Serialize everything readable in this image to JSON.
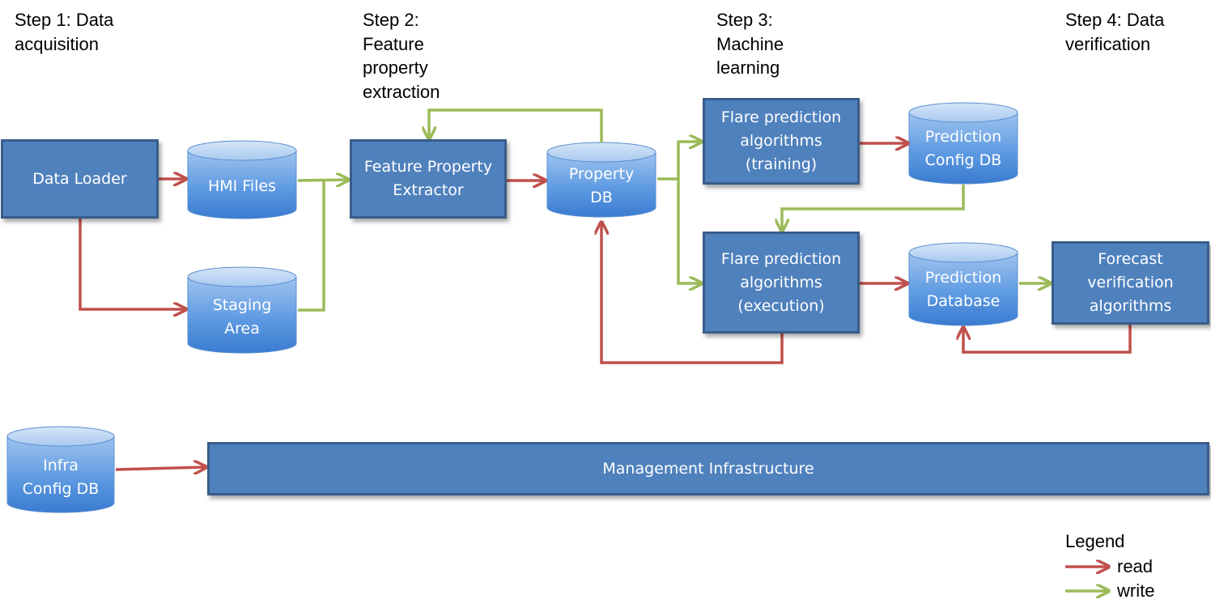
{
  "steps": {
    "step1": [
      "Step 1: Data",
      "acquisition"
    ],
    "step2": [
      "Step 2:",
      "Feature",
      "property",
      "extraction"
    ],
    "step3": [
      "Step 3:",
      "Machine",
      "learning"
    ],
    "step4": [
      "Step 4: Data",
      "verification"
    ]
  },
  "processes": {
    "data_loader": [
      "Data Loader"
    ],
    "feature_extractor": [
      "Feature Property",
      "Extractor"
    ],
    "flare_training": [
      "Flare prediction",
      "algorithms",
      "(training)"
    ],
    "flare_execution": [
      "Flare prediction",
      "algorithms",
      "(execution)"
    ],
    "forecast_verification": [
      "Forecast",
      "verification",
      "algorithms"
    ],
    "management": [
      "Management Infrastructure"
    ]
  },
  "stores": {
    "hmi_files": [
      "HMI Files"
    ],
    "staging_area": [
      "Staging",
      "Area"
    ],
    "property_db": [
      "Property",
      "DB"
    ],
    "prediction_config_db": [
      "Prediction",
      "Config DB"
    ],
    "prediction_database": [
      "Prediction",
      "Database"
    ],
    "infra_config_db": [
      "Infra",
      "Config DB"
    ]
  },
  "legend": {
    "title": "Legend",
    "read": "read",
    "write": "write"
  },
  "colors": {
    "read_arrow": "#c0504d",
    "write_arrow": "#9bbb59",
    "process_fill": "#4f81bd",
    "process_border": "#385d8a",
    "store_fill": "#5b9bd5"
  }
}
